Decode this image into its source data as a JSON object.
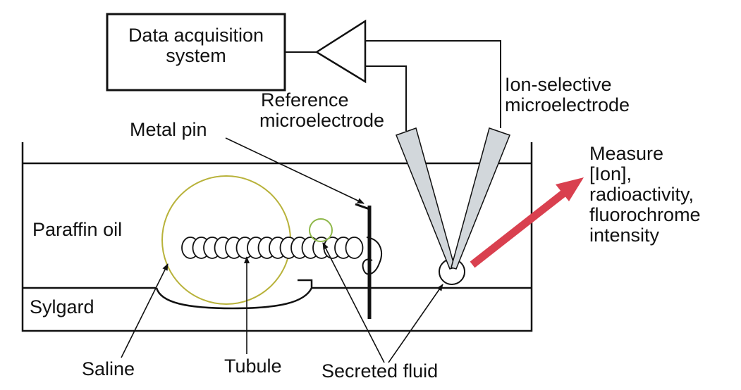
{
  "labels": {
    "data_acquisition_line1": "Data acquisition",
    "data_acquisition_line2": "system",
    "reference_line1": "Reference",
    "reference_line2": "microelectrode",
    "ion_selective_line1": "Ion-selective",
    "ion_selective_line2": "microelectrode",
    "metal_pin": "Metal pin",
    "paraffin_oil": "Paraffin oil",
    "sylgard": "Sylgard",
    "measure_line1": "Measure",
    "measure_line2": "[Ion],",
    "measure_line3": "radioactivity,",
    "measure_line4": "fluorochrome",
    "measure_line5": "intensity",
    "saline": "Saline",
    "tubule": "Tubule",
    "secreted_fluid": "Secreted fluid"
  },
  "colors": {
    "line": "#111111",
    "arrow": "#d9404f",
    "saline_outline": "#b8b23a",
    "droplet_outline": "#8fb84a",
    "electrode_fill": "#d2d7db"
  }
}
